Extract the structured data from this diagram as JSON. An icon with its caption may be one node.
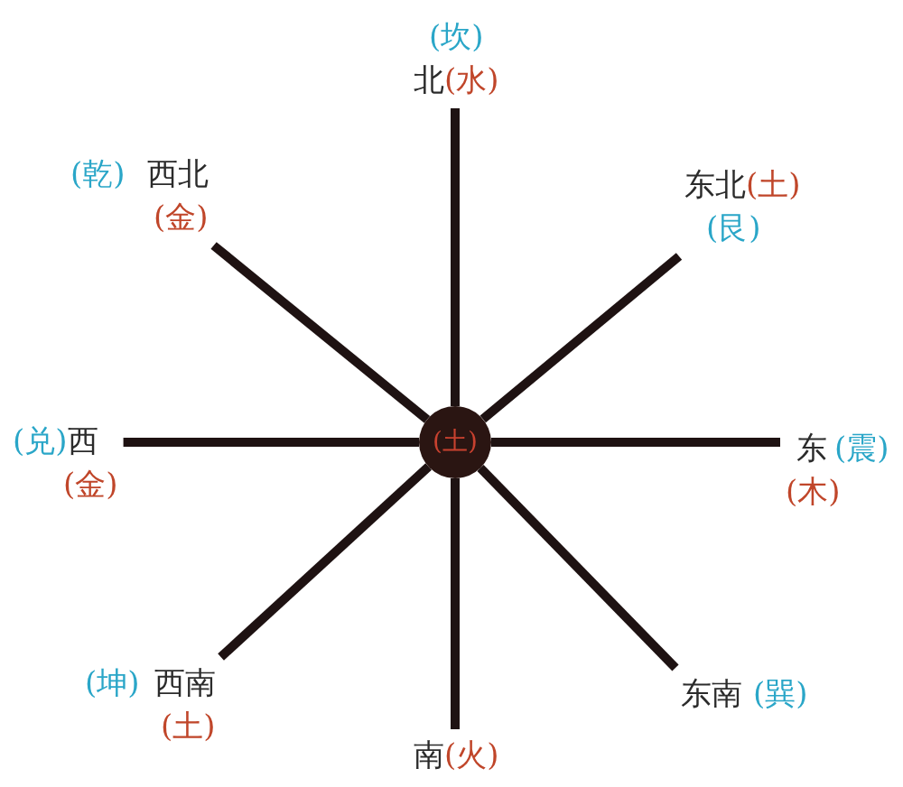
{
  "diagram": {
    "nodes": [
      {
        "text": [
          "(坎)",
          "北",
          "(水)"
        ]
      },
      {
        "text": [
          "(乾)",
          "西北",
          "(金)"
        ]
      },
      {
        "text": [
          "东北",
          "(土)",
          "(艮)"
        ]
      },
      {
        "text": [
          "(兑)",
          "西",
          "(金)"
        ]
      },
      {
        "text": [
          "(土)"
        ]
      },
      {
        "text": [
          "东",
          "(震)",
          "(木)"
        ]
      },
      {
        "text": [
          "(坤)",
          "西南",
          "(土)"
        ]
      },
      {
        "text": [
          "东南",
          "(巽)"
        ]
      },
      {
        "text": [
          "南",
          "(火)"
        ]
      }
    ],
    "edges": [
      {
        "from": 4,
        "to": 0,
        "arrow": "none"
      },
      {
        "from": 4,
        "to": 1,
        "arrow": "none"
      },
      {
        "from": 4,
        "to": 2,
        "arrow": "none"
      },
      {
        "from": 4,
        "to": 3,
        "arrow": "none"
      },
      {
        "from": 4,
        "to": 5,
        "arrow": "none"
      },
      {
        "from": 4,
        "to": 6,
        "arrow": "none"
      },
      {
        "from": 4,
        "to": 7,
        "arrow": "none"
      },
      {
        "from": 4,
        "to": 8,
        "arrow": "none"
      }
    ]
  }
}
